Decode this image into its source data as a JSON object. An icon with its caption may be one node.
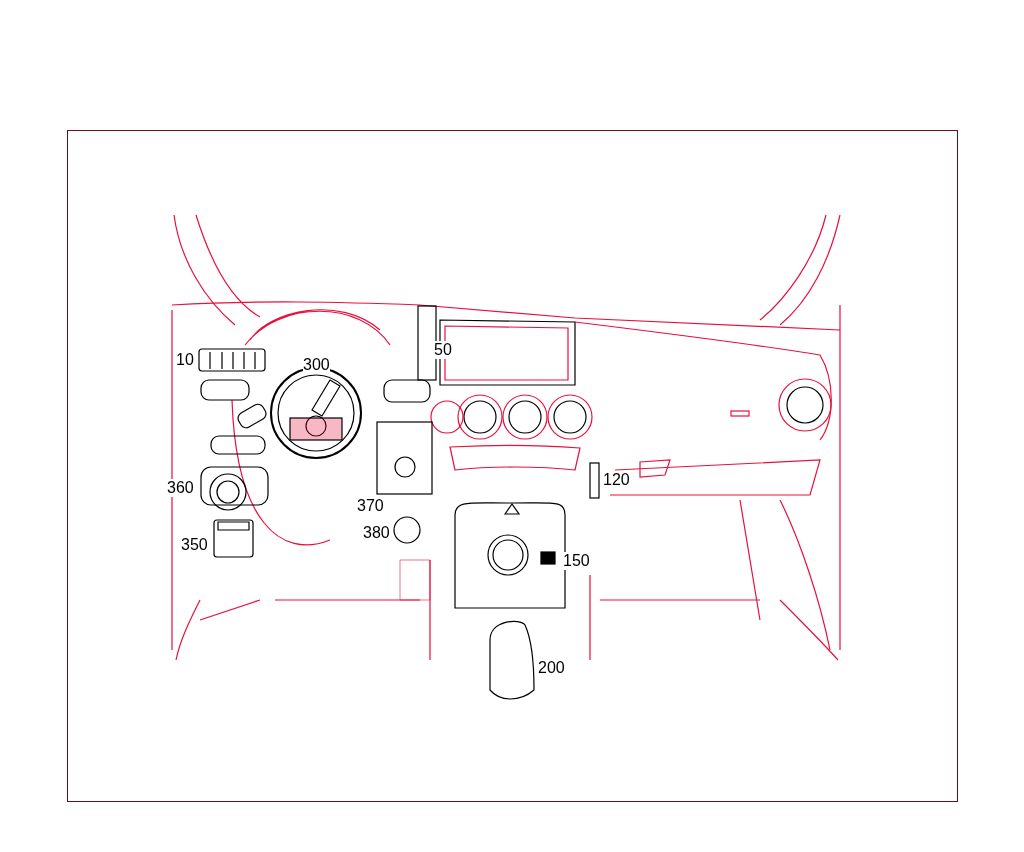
{
  "diagram": {
    "labels": [
      "50",
      "10",
      "300",
      "120",
      "360",
      "370",
      "380",
      "350",
      "150",
      "200"
    ]
  }
}
